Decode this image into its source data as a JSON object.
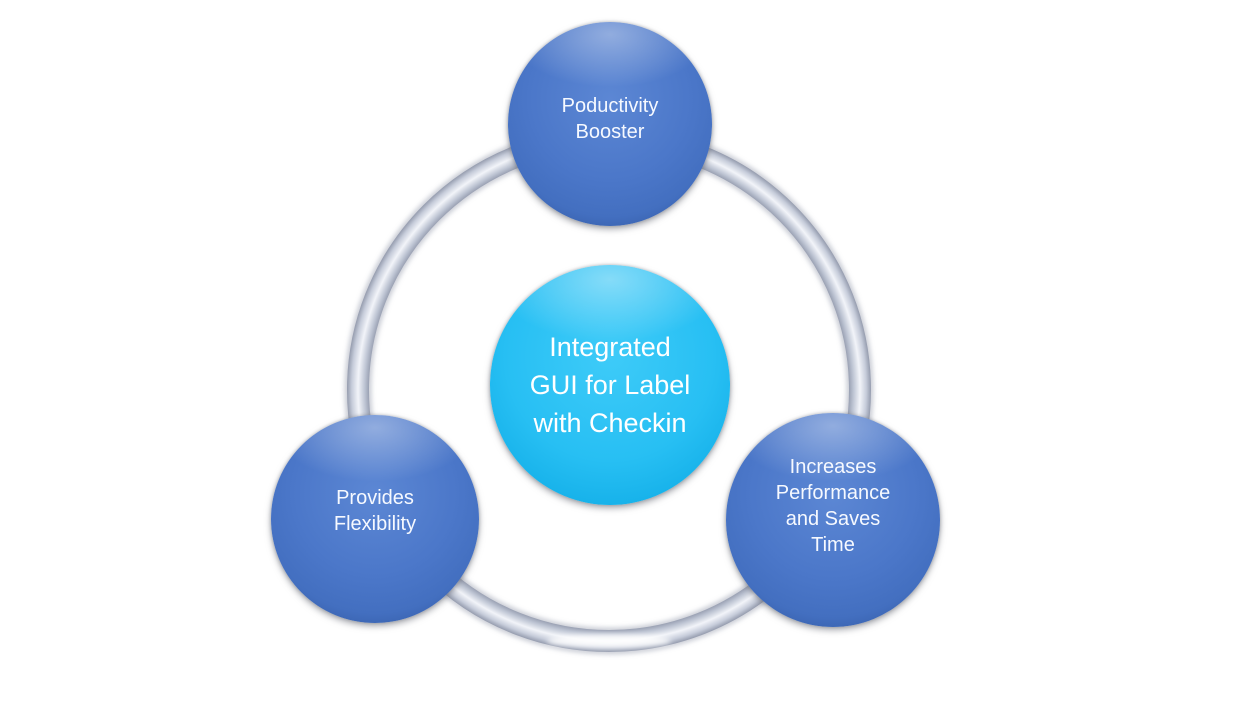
{
  "diagram": {
    "type": "cycle-smartart",
    "background_color": "#ffffff",
    "ring": {
      "name": "connector-ring",
      "color_base": "#c6ccda",
      "color_highlight": "#f2f4f9",
      "color_edge": "#99a0b2"
    },
    "center": {
      "label": "Integrated GUI for Label with Checkin",
      "fill_color": "#27bff3",
      "text_color": "#ffffff"
    },
    "nodes": [
      {
        "label": "Poductivity Booster",
        "position": "top",
        "fill_color": "#4b77c9",
        "text_color": "#f6f9ff"
      },
      {
        "label": "Provides Flexibility",
        "position": "bottom-left",
        "fill_color": "#4b77c9",
        "text_color": "#f6f9ff"
      },
      {
        "label": "Increases Performance and Saves Time",
        "position": "bottom-right",
        "fill_color": "#4b77c9",
        "text_color": "#f6f9ff"
      }
    ]
  }
}
